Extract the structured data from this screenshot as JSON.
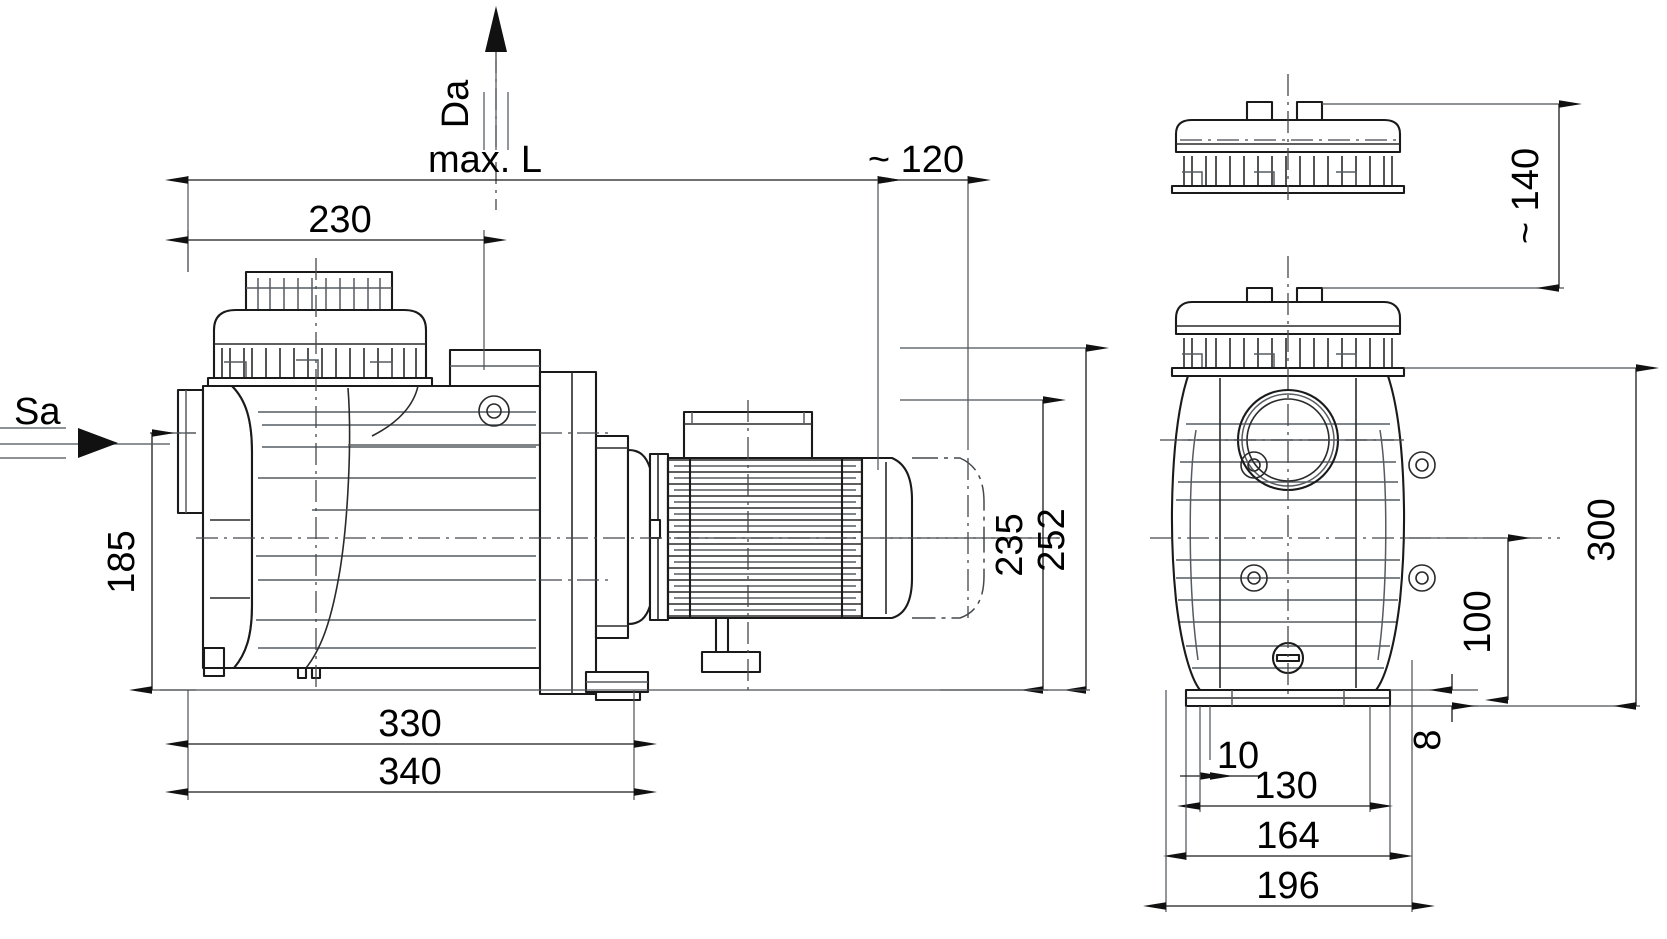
{
  "drawing": {
    "title": "Pump dimensional drawing",
    "type": "engineering-dimension-drawing",
    "units": "mm",
    "line_color": "#1a1a1a",
    "background": "#ffffff"
  },
  "labels": {
    "suction": "Sa",
    "discharge": "Da"
  },
  "side_view": {
    "name": "side-elevation",
    "dimensions": {
      "max_length": "max. L",
      "strainer_length": "230",
      "motor_rear_clearance": "~ 120",
      "suction_centre_height": "185",
      "motor_height_235": "235",
      "overall_height_252": "252",
      "base_length_330": "330",
      "overall_length_340": "340"
    }
  },
  "front_view": {
    "name": "front-elevation",
    "dimensions": {
      "lid_handle_height": "~ 140",
      "overall_height_300": "300",
      "foot_to_axis_100": "100",
      "foot_thickness_8": "8",
      "foot_edge_10": "10",
      "bolt_spacing_130": "130",
      "foot_width_164": "164",
      "overall_width_196": "196"
    }
  },
  "dimension_list": [
    {
      "value": "max. L",
      "orientation": "horizontal",
      "view": "side"
    },
    {
      "value": "230",
      "orientation": "horizontal",
      "view": "side"
    },
    {
      "value": "~ 120",
      "orientation": "horizontal",
      "view": "side"
    },
    {
      "value": "185",
      "orientation": "vertical",
      "view": "side"
    },
    {
      "value": "235",
      "orientation": "vertical",
      "view": "side"
    },
    {
      "value": "252",
      "orientation": "vertical",
      "view": "side"
    },
    {
      "value": "330",
      "orientation": "horizontal",
      "view": "side"
    },
    {
      "value": "340",
      "orientation": "horizontal",
      "view": "side"
    },
    {
      "value": "~ 140",
      "orientation": "vertical",
      "view": "front"
    },
    {
      "value": "300",
      "orientation": "vertical",
      "view": "front"
    },
    {
      "value": "100",
      "orientation": "vertical",
      "view": "front"
    },
    {
      "value": "8",
      "orientation": "vertical",
      "view": "front"
    },
    {
      "value": "10",
      "orientation": "horizontal",
      "view": "front"
    },
    {
      "value": "130",
      "orientation": "horizontal",
      "view": "front"
    },
    {
      "value": "164",
      "orientation": "horizontal",
      "view": "front"
    },
    {
      "value": "196",
      "orientation": "horizontal",
      "view": "front"
    }
  ]
}
